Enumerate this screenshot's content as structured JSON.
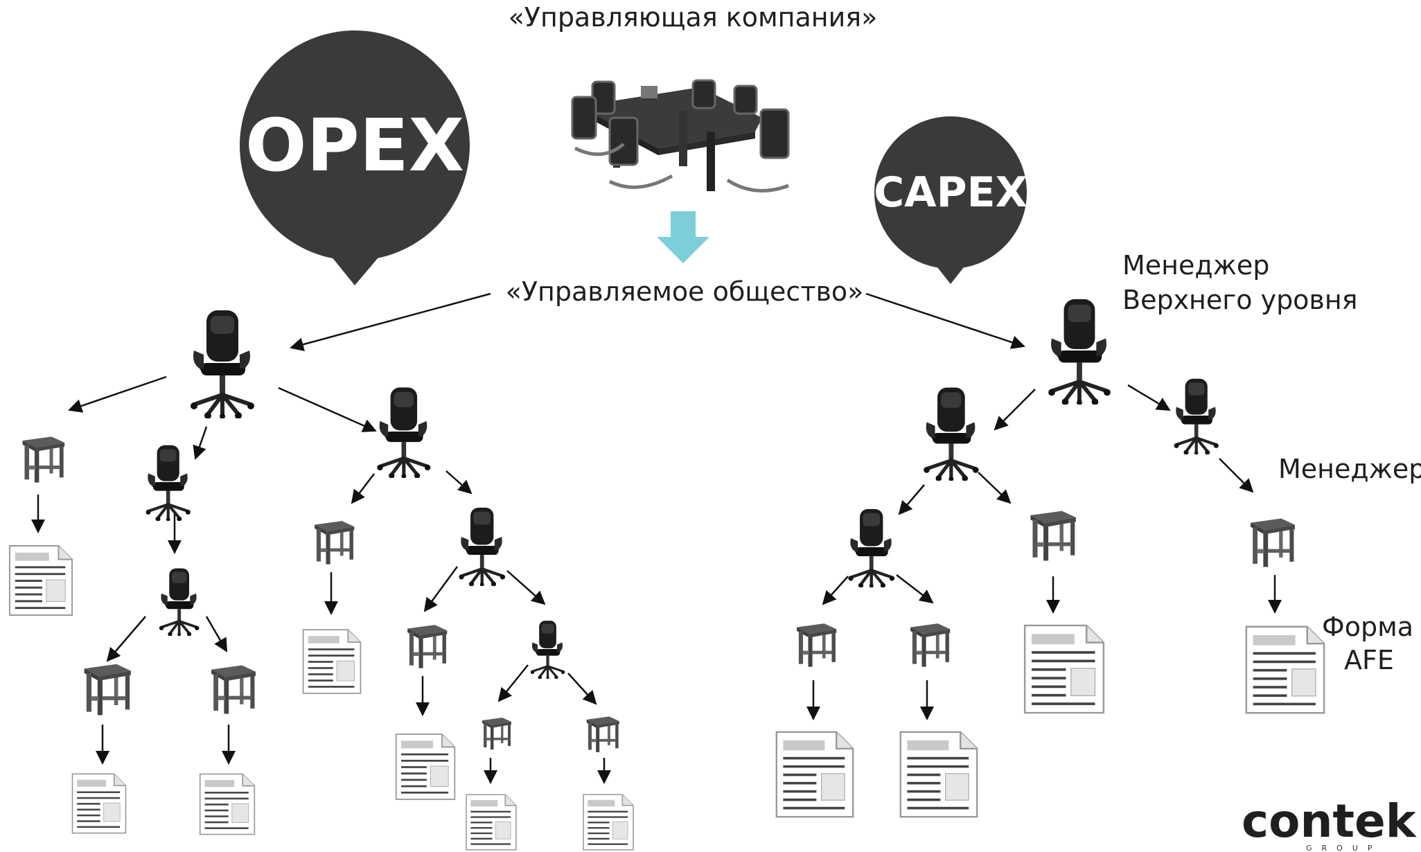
{
  "header": {
    "company_title": "«Управляющая компания»",
    "managed_title": "«Управляемое общество»"
  },
  "bubbles": {
    "opex": "OPEX",
    "capex": "CAPEX"
  },
  "legend": {
    "top_manager_line1": "Менеджер",
    "top_manager_line2": "Верхнего уровня",
    "manager": "Менеджер",
    "form_line1": "Форма",
    "form_line2": "AFE"
  },
  "logo": {
    "name": "contek",
    "sub": "GROUP"
  },
  "colors": {
    "bubble": "#3a3a3a",
    "arrow": "#111111",
    "down_arrow": "#7ccfda",
    "chair": "#1c1c1c",
    "stool": "#5a5a5a",
    "document_line": "#444444"
  },
  "icons": {
    "chair": "office-chair-icon",
    "stool": "stool-icon",
    "document": "document-icon",
    "table": "conference-table-icon"
  }
}
